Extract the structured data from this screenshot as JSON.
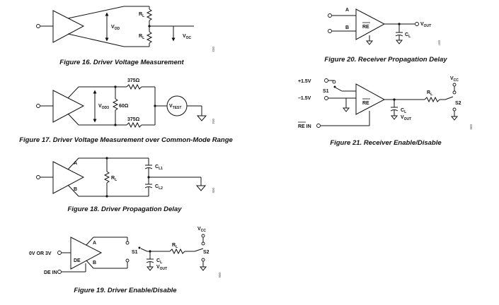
{
  "figures": [
    {
      "caption": "Figure 16. Driver Voltage Measurement",
      "code": "003",
      "labels": {
        "rl_top": "R",
        "rl_top_sub": "L",
        "rl_bot": "R",
        "rl_bot_sub": "L",
        "vod": "V",
        "vod_sub": "OD",
        "voc": "V",
        "voc_sub": "OC"
      }
    },
    {
      "caption": "Figure 17. Driver Voltage Measurement over Common-Mode Range",
      "code": "004",
      "labels": {
        "r_top": "375Ω",
        "r_mid": "60Ω",
        "r_bot": "375Ω",
        "vod3": "V",
        "vod3_sub": "OD3",
        "vtest": "V",
        "vtest_sub": "TEST"
      }
    },
    {
      "caption": "Figure 18. Driver Propagation Delay",
      "code": "005",
      "labels": {
        "a": "A",
        "b": "B",
        "rl": "R",
        "rl_sub": "L",
        "cl1": "C",
        "cl1_sub": "L1",
        "cl2": "C",
        "cl2_sub": "L2"
      }
    },
    {
      "caption": "Figure 19. Driver Enable/Disable",
      "code": "006",
      "labels": {
        "input": "0V OR 3V",
        "de_in": "DE IN",
        "de": "DE",
        "a": "A",
        "b": "B",
        "s1": "S1",
        "s2": "S2",
        "rl": "R",
        "rl_sub": "L",
        "cl": "C",
        "cl_sub": "L",
        "vout": "V",
        "vout_sub": "OUT",
        "vcc": "V",
        "vcc_sub": "CC"
      }
    },
    {
      "caption": "Figure 20. Receiver Propagation Delay",
      "code": "007",
      "labels": {
        "a": "A",
        "b": "B",
        "re": "RE",
        "vout": "V",
        "vout_sub": "OUT",
        "cl": "C",
        "cl_sub": "L"
      }
    },
    {
      "caption": "Figure 21. Receiver Enable/Disable",
      "code": "008",
      "labels": {
        "plus15": "+1.5V",
        "minus15": "–1.5V",
        "s1": "S1",
        "s2": "S2",
        "re": "RE",
        "re_in": "RE IN",
        "rl": "R",
        "rl_sub": "L",
        "cl": "C",
        "cl_sub": "L",
        "vout": "V",
        "vout_sub": "OUT",
        "vcc": "V",
        "vcc_sub": "CC"
      }
    }
  ]
}
